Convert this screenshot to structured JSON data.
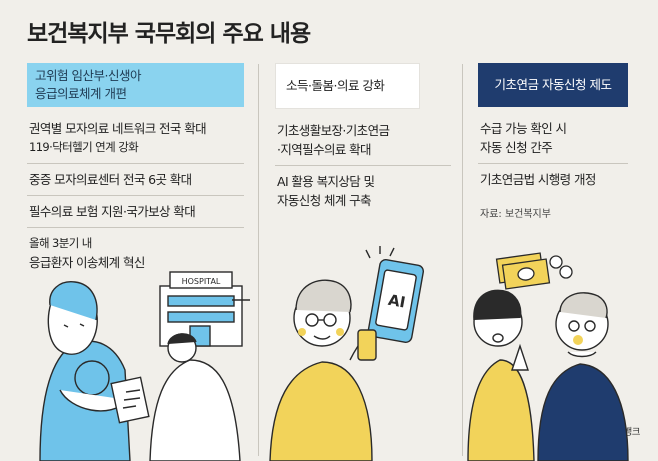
{
  "title": "보건복지부 국무회의 주요 내용",
  "columns": [
    {
      "header_lines": [
        "고위험 임산부·신생아",
        "응급의료체계 개편"
      ],
      "items": [
        {
          "lines": [
            "권역별 모자의료 네트워크 전국 확대",
            "119·닥터헬기 연계 강화"
          ]
        },
        {
          "lines": [
            "중증 모자의료센터 전국 6곳 확대"
          ]
        },
        {
          "lines": [
            "필수의료 보험 지원·국가보상 확대"
          ]
        },
        {
          "lines": [
            "올해 3분기 내",
            "응급환자 이송체계 혁신"
          ]
        }
      ]
    },
    {
      "header_lines": [
        "소득·돌봄·의료 강화"
      ],
      "items": [
        {
          "lines": [
            "기초생활보장·기초연금",
            "·지역필수의료 확대"
          ]
        },
        {
          "lines": [
            "AI 활용 복지상담 및",
            "자동신청 체계 구축"
          ]
        }
      ]
    },
    {
      "header_lines": [
        "기초연금 자동신청 제도"
      ],
      "items": [
        {
          "lines": [
            "수급 가능 확인 시",
            "자동 신청 간주"
          ]
        },
        {
          "lines": [
            "기초연금법 시행령 개정"
          ]
        }
      ]
    }
  ],
  "source": "자료: 보건복지부",
  "credit": "게티이미지뱅크",
  "illustrations": {
    "hospital_sign": "HOSPITAL",
    "phone_label": "AI"
  },
  "colors": {
    "background": "#f1efea",
    "header1": "#8ad3ef",
    "header2": "#ffffff",
    "header3": "#1f3c6e",
    "accent_yellow": "#f2d35a",
    "accent_blue": "#6fc3ea"
  }
}
